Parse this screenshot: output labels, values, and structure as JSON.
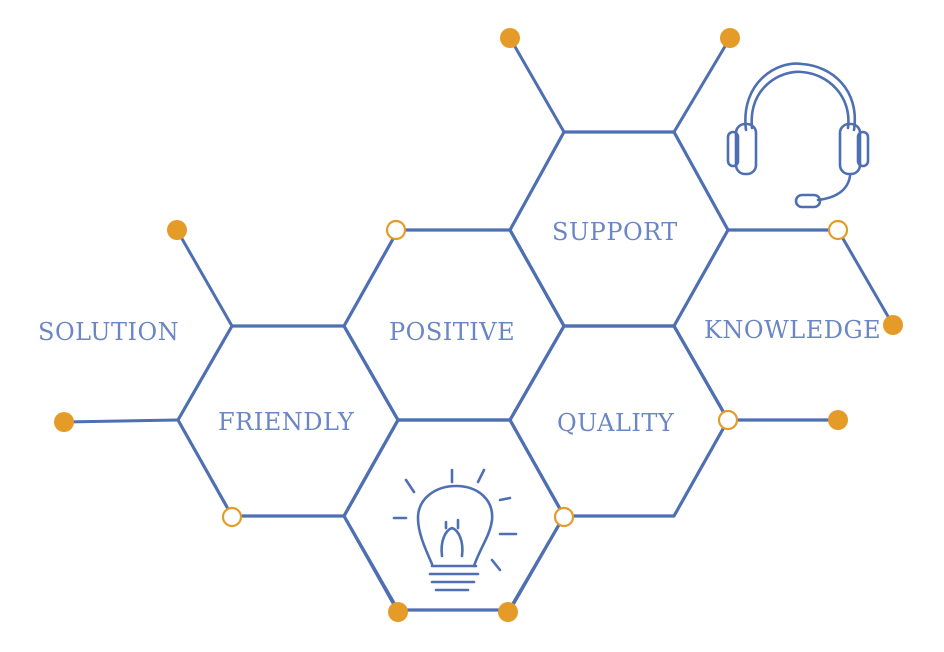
{
  "labels": {
    "support": "SUPPORT",
    "solution": "SOLUTION",
    "positive": "POSITIVE",
    "knowledge": "KNOWLEDGE",
    "friendly": "FRIENDLY",
    "quality": "QUALITY"
  },
  "icons": {
    "headset": "headset-icon",
    "lightbulb": "lightbulb-icon"
  },
  "colors": {
    "line": "#4f6fb3",
    "text": "#6a86c5",
    "dot": "#e49b28",
    "background": "#ffffff"
  }
}
